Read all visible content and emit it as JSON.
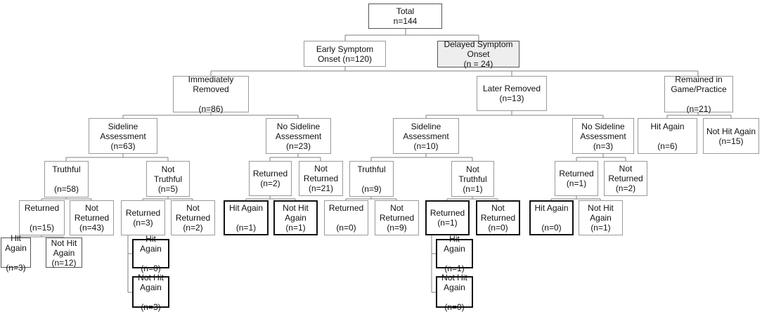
{
  "colors": {
    "line": "#7f7f7f",
    "border": "#9a9a9a",
    "bold_border": "#111111",
    "shaded_fill": "#eeeeee"
  },
  "nodes": {
    "total": "Total\nn=144",
    "early_onset": "Early Symptom\nOnset (n=120)",
    "delayed_onset": "Delayed Symptom\nOnset\n(n = 24)",
    "imm_removed": "Immediately\nRemoved\n\n(n=86)",
    "later_removed": "Later Removed\n(n=13)",
    "remained": "Remained in\nGame/Practice\n\n(n=21)",
    "im_sideline": "Sideline\nAssessment\n(n=63)",
    "im_no_sideline": "No Sideline\nAssessment\n(n=23)",
    "lr_sideline": "Sideline\nAssessment\n(n=10)",
    "lr_no_sideline": "No Sideline\nAssessment\n(n=3)",
    "rm_hit": "Hit Again\n\n(n=6)",
    "rm_not_hit": "Not Hit Again\n(n=15)",
    "im_s_truthful": "Truthful\n\n(n=58)",
    "im_s_not_truthful": "Not\nTruthful\n(n=5)",
    "im_ns_returned": "Returned\n(n=2)",
    "im_ns_not_returned": "Not\nReturned\n(n=21)",
    "lr_s_truthful": "Truthful\n\n(n=9)",
    "lr_s_not_truthful": "Not\nTruthful\n(n=1)",
    "lr_ns_returned": "Returned\n(n=1)",
    "lr_ns_not_returned": "Not\nReturned\n(n=2)",
    "im_st_returned": "Returned\n\n(n=15)",
    "im_st_not_returned": "Not\nReturned\n(n=43)",
    "im_snt_returned": "Returned\n(n=3)",
    "im_snt_not_returned": "Not\nReturned\n(n=2)",
    "im_nsr_hit": "Hit Again\n\n(n=1)",
    "im_nsr_not_hit": "Not Hit\nAgain\n(n=1)",
    "lr_st_returned": "Returned\n\n(n=0)",
    "lr_st_not_returned": "Not\nReturned\n(n=9)",
    "lr_snt_returned": "Returned\n(n=1)",
    "lr_snt_not_returned": "Not\nReturned\n(n=0)",
    "lr_nsr_hit": "Hit Again\n\n(n=0)",
    "lr_nsr_not_hit": "Not Hit\nAgain\n(n=1)",
    "im_str_hit": "Hit Again\n\n(n=3)",
    "im_str_not_hit": "Not Hit\nAgain\n(n=12)",
    "im_sntr_hit": "Hit Again\n\n(n=0)",
    "im_sntr_not_hit": "Not Hit\nAgain\n\n(n=3)",
    "lr_sntr_hit": "Hit Again\n\n(n=1)",
    "lr_sntr_not_hit": "Not Hit\nAgain\n\n(n=0)"
  }
}
